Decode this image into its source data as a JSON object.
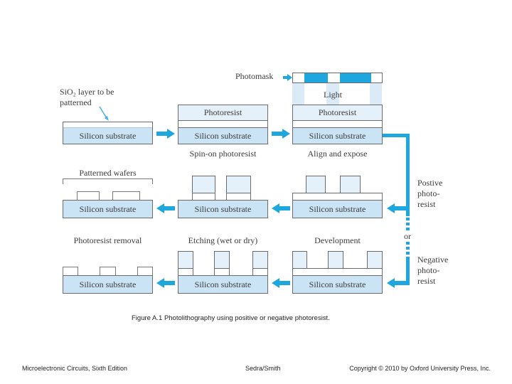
{
  "colors": {
    "accent_cyan": "#1ea7de",
    "substrate_fill": "#cbe4f5",
    "photoresist_fill": "#e4f0fa",
    "light_beam_fill": "#daebf7",
    "box_border": "#6b6b6b",
    "label_text": "#3b3b3b"
  },
  "diagram": {
    "photomask_label": "Photomask",
    "light_label": "Light",
    "sio2_note": {
      "line1": "SiO₂ layer to be",
      "line2": "patterned"
    },
    "layer_labels": {
      "photoresist": "Photoresist",
      "silicon_substrate": "Silicon substrate"
    },
    "step_captions": {
      "spin_on": "Spin-on photoresist",
      "align_expose": "Align and expose",
      "patterned_wafers": "Patterned wafers",
      "photoresist_removal": "Photoresist removal",
      "etching": "Etching (wet or dry)",
      "development": "Development"
    },
    "branch_labels": {
      "positive": {
        "line1": "Postive",
        "line2": "photo-",
        "line3": "resist"
      },
      "or": "or",
      "negative": {
        "line1": "Negative",
        "line2": "photo-",
        "line3": "resist"
      }
    },
    "photomask_pattern": [
      "clear",
      "opaque",
      "clear",
      "opaque",
      "clear"
    ]
  },
  "caption": "Figure A.1 Photolithography using positive or negative photoresist.",
  "footer": {
    "book": "Microelectronic Circuits, Sixth Edition",
    "authors": "Sedra/Smith",
    "copyright": "Copyright © 2010 by Oxford University Press, Inc."
  }
}
